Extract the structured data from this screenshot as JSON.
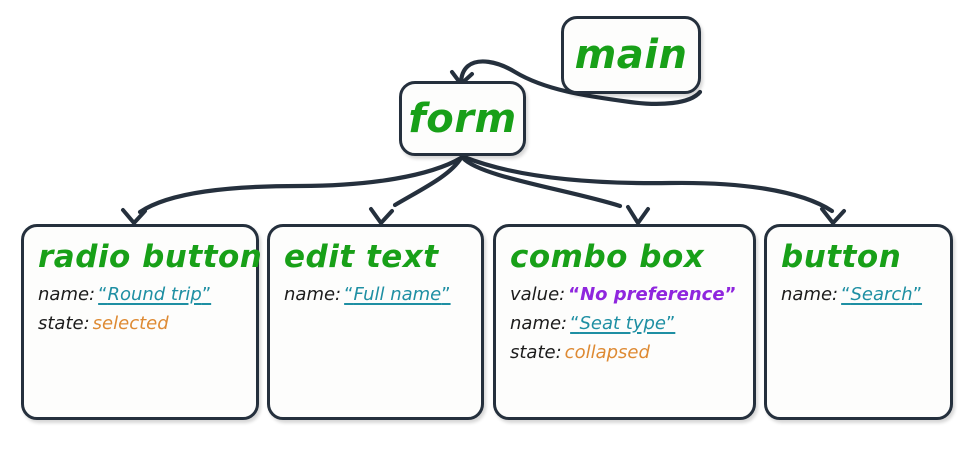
{
  "diagram": {
    "title": "accessibility-tree-fragment",
    "colors": {
      "node_border": "#25303d",
      "node_fill": "#fdfdfc",
      "role_green": "#18a018",
      "name_teal": "#1e8fa3",
      "value_purple": "#8f26de",
      "state_orange": "#de8a33",
      "edge": "#25303d",
      "background": "#ffffff"
    },
    "root": {
      "label": "main"
    },
    "form": {
      "label": "form"
    },
    "nodes": [
      {
        "role": "radio button",
        "props": [
          {
            "key": "name:",
            "value": "Round trip",
            "kind": "name",
            "quoted": true
          },
          {
            "key": "state:",
            "value": "selected",
            "kind": "state",
            "quoted": false
          }
        ]
      },
      {
        "role": "edit text",
        "props": [
          {
            "key": "name:",
            "value": "Full name",
            "kind": "name",
            "quoted": true
          }
        ]
      },
      {
        "role": "combo box",
        "props": [
          {
            "key": "value:",
            "value": "No preference",
            "kind": "value",
            "quoted": true
          },
          {
            "key": "name:",
            "value": "Seat type",
            "kind": "name",
            "quoted": true
          },
          {
            "key": "state:",
            "value": "collapsed",
            "kind": "state",
            "quoted": false
          }
        ]
      },
      {
        "role": "button",
        "props": [
          {
            "key": "name:",
            "value": "Search",
            "kind": "name",
            "quoted": true
          }
        ]
      }
    ],
    "edges": [
      {
        "from": "main",
        "to": "form"
      },
      {
        "from": "form",
        "to": "radio button"
      },
      {
        "from": "form",
        "to": "edit text"
      },
      {
        "from": "form",
        "to": "combo box"
      },
      {
        "from": "form",
        "to": "button"
      }
    ],
    "quote_open": "“",
    "quote_close": "”"
  }
}
